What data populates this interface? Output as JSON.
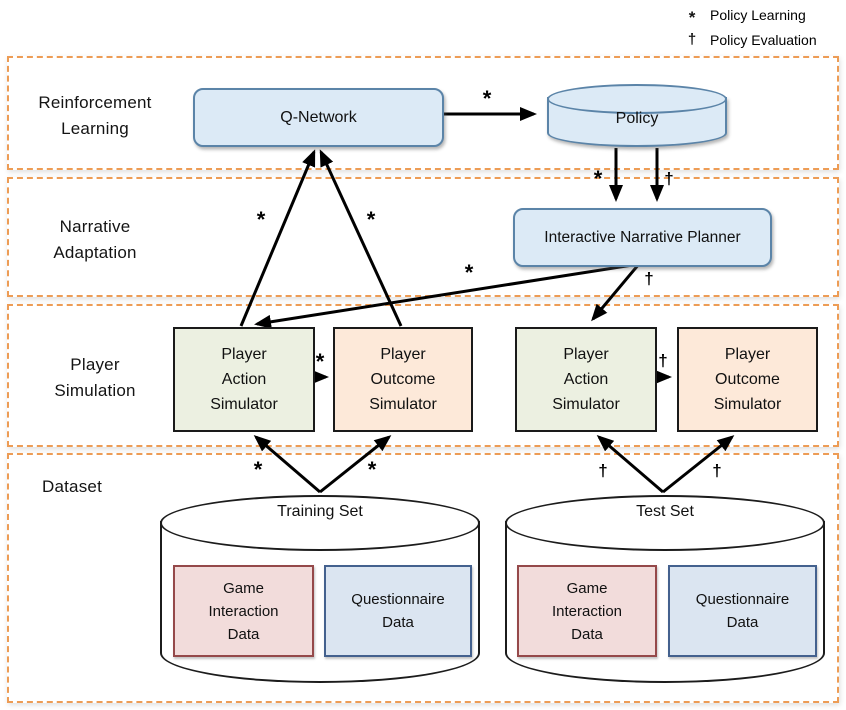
{
  "legend": {
    "items": [
      {
        "symbol": "*",
        "label": "Policy Learning"
      },
      {
        "symbol": "†",
        "label": "Policy Evaluation"
      }
    ]
  },
  "layers": [
    {
      "id": "reinforcement-learning",
      "label": "Reinforcement Learning"
    },
    {
      "id": "narrative-adaptation",
      "label": "Narrative Adaptation"
    },
    {
      "id": "player-simulation",
      "label": "Player Simulation"
    },
    {
      "id": "dataset",
      "label": "Dataset"
    }
  ],
  "nodes": {
    "q_network": {
      "label": "Q-Network"
    },
    "policy": {
      "label": "Policy"
    },
    "planner": {
      "label": "Interactive Narrative Planner"
    },
    "pas_train": {
      "label": "Player Action Simulator"
    },
    "pos_train": {
      "label": "Player Outcome Simulator"
    },
    "pas_test": {
      "label": "Player Action Simulator"
    },
    "pos_test": {
      "label": "Player Outcome Simulator"
    },
    "training_set": {
      "label": "Training Set"
    },
    "test_set": {
      "label": "Test Set"
    },
    "game_train": {
      "label": "Game Interaction Data"
    },
    "quest_train": {
      "label": "Questionnaire Data"
    },
    "game_test": {
      "label": "Game Interaction Data"
    },
    "quest_test": {
      "label": "Questionnaire Data"
    }
  },
  "edges": [
    {
      "from": "q_network",
      "to": "policy",
      "symbol": "*"
    },
    {
      "from": "policy",
      "to": "planner",
      "symbol": "*"
    },
    {
      "from": "policy",
      "to": "planner",
      "symbol": "†"
    },
    {
      "from": "pas_train",
      "to": "q_network",
      "symbol": "*"
    },
    {
      "from": "pos_train",
      "to": "q_network",
      "symbol": "*"
    },
    {
      "from": "planner",
      "to": "pas_train",
      "symbol": "*"
    },
    {
      "from": "planner",
      "to": "pas_test",
      "symbol": "†"
    },
    {
      "from": "pas_train",
      "to": "pos_train",
      "symbol": "*"
    },
    {
      "from": "pas_test",
      "to": "pos_test",
      "symbol": "†"
    },
    {
      "from": "training_set",
      "to": "pas_train",
      "symbol": "*"
    },
    {
      "from": "training_set",
      "to": "pos_train",
      "symbol": "*"
    },
    {
      "from": "test_set",
      "to": "pas_test",
      "symbol": "†"
    },
    {
      "from": "test_set",
      "to": "pos_test",
      "symbol": "†"
    }
  ],
  "colors": {
    "layer_border": "#ED9C55",
    "rl_box_fill": "#DCEAF6",
    "rl_box_border": "#5B84A8",
    "action_sim_fill": "#ECF0E1",
    "outcome_sim_fill": "#FDE9D9",
    "sim_border": "#1A1A1A",
    "game_data_fill": "#F2DCDB",
    "game_data_border": "#95494A",
    "questionnaire_fill": "#DBE5F1",
    "questionnaire_border": "#44618E",
    "arrow": "#000000"
  }
}
